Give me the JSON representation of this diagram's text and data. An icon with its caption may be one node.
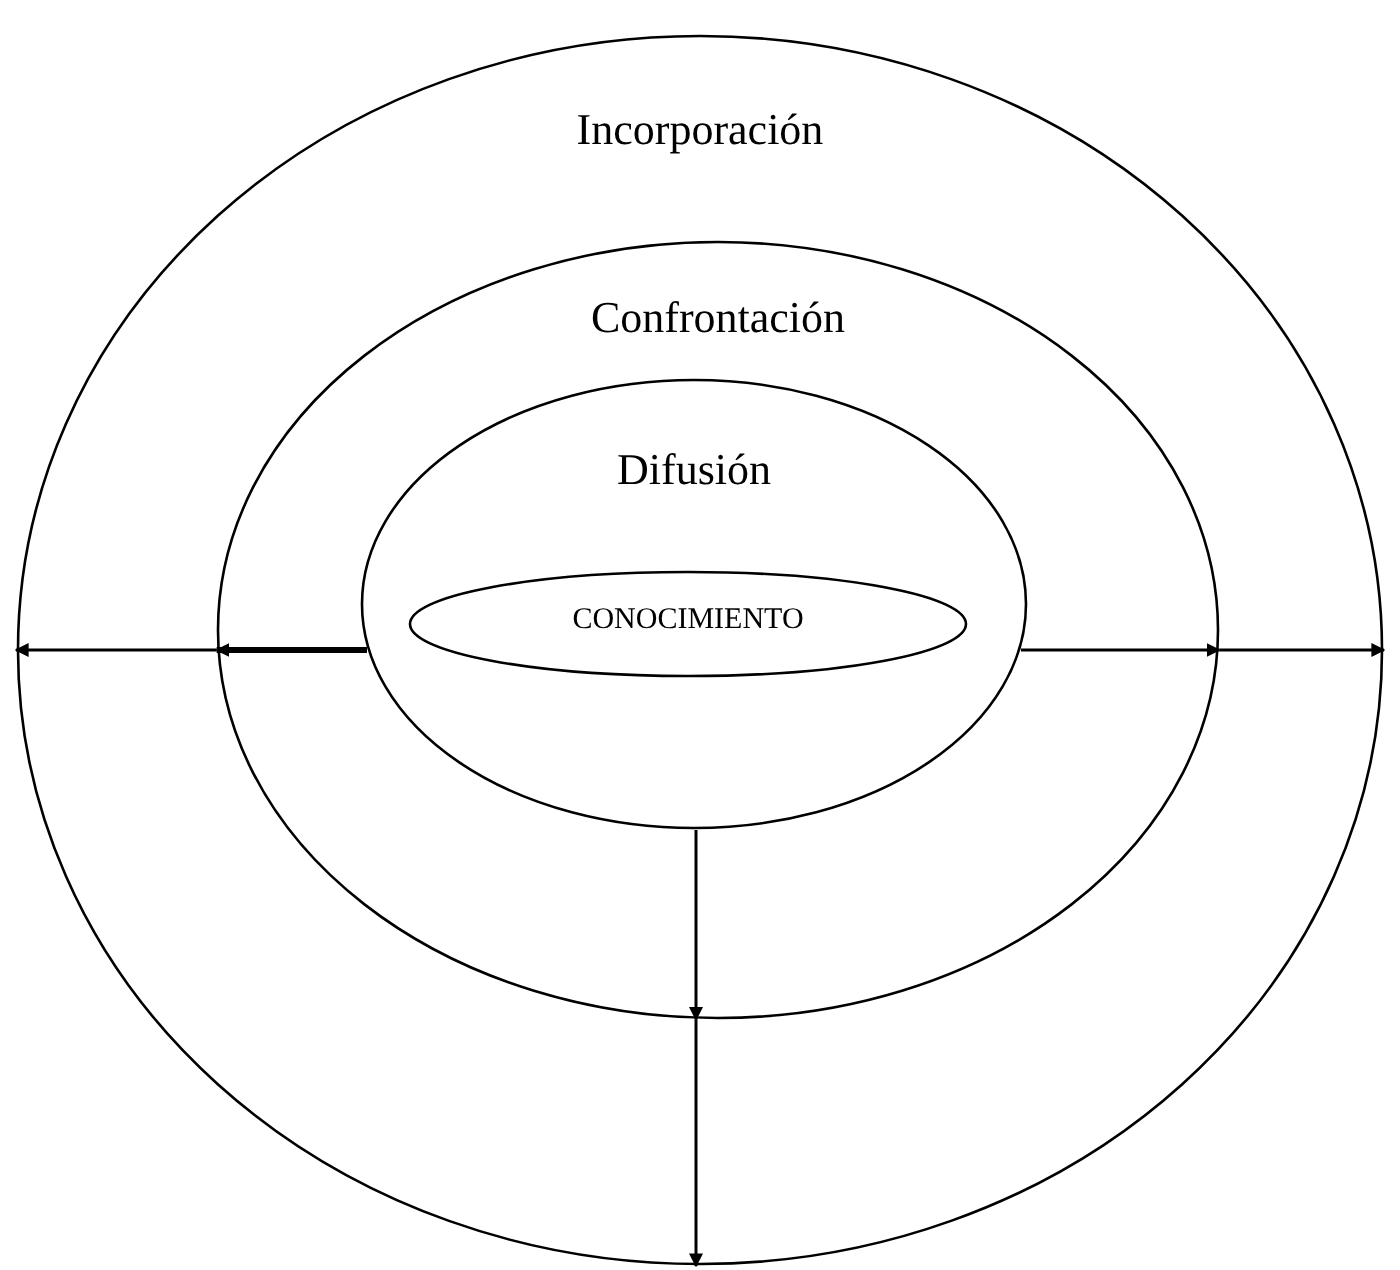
{
  "diagram": {
    "nodes": [
      {
        "text": [
          "Incorporación"
        ]
      },
      {
        "text": [
          "Confrontación"
        ],
        "in": 0
      },
      {
        "text": [
          "Difusión"
        ],
        "in": 1
      },
      {
        "text": [
          "CONOCIMIENTO"
        ],
        "in": 2
      }
    ],
    "edges": [
      {
        "from": 1,
        "to": 0,
        "arrow": "to"
      },
      {
        "from": 2,
        "to": 1,
        "arrow": "to",
        "style": "thick"
      },
      {
        "from": 2,
        "to": 1,
        "arrow": "to"
      },
      {
        "from": 1,
        "to": 0,
        "arrow": "to"
      },
      {
        "from": 2,
        "to": 1,
        "arrow": "to"
      },
      {
        "from": 1,
        "to": 0,
        "arrow": "to"
      }
    ]
  }
}
